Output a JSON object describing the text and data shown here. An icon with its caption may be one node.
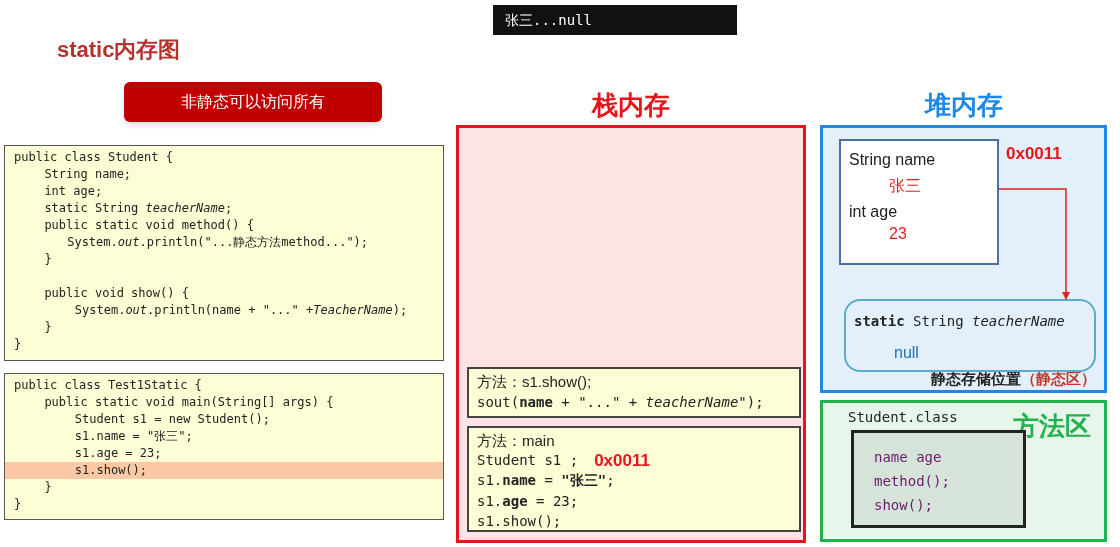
{
  "diagram": {
    "title": "static内存图",
    "nodes": [
      {
        "text": [
          "非静态可以访问所有"
        ]
      },
      {
        "text": [
          "public class Student {",
          "String name;",
          "int age;",
          "static String *teacherName*;",
          "public static void method() {",
          "System.*out*.println(\"...静态方法method...\");",
          "}",
          "public void show() {",
          "System.*out*.println(name + \"...\" +*TeacherName*);",
          "}",
          "}"
        ]
      },
      {
        "text": [
          "public class Test1Static {",
          "public static void main(String[] args) {",
          "Student s1 = new Student();",
          "s1.name = \"张三\";",
          "s1.age = 23;",
          "s1.show();",
          "}",
          "}"
        ]
      },
      {
        "text": [
          "栈内存"
        ]
      },
      {
        "text": [
          "方法：s1.show();",
          "sout(**name** + \"...\" + *teacherName*\");"
        ],
        "in": 3
      },
      {
        "text": [
          "方法：main",
          "Student s1 ;",
          "0x0011",
          "s1.**name** = **\"张三\"**;",
          "s1.**age** = 23;",
          "s1.show();"
        ],
        "in": 3
      },
      {
        "text": [
          "堆内存",
          "静态存储位置",
          "（静态区）"
        ]
      },
      {
        "text": [
          "String name",
          "张三",
          "int age",
          "23"
        ],
        "in": 6,
        "beside": [
          "0x0011"
        ]
      },
      {
        "text": [
          "**static** String *teacherName*",
          "null"
        ],
        "in": 6
      },
      {
        "text": [
          "Student.class",
          "方法区"
        ]
      },
      {
        "text": [
          "name age",
          "method();",
          "show();"
        ],
        "in": 9
      }
    ],
    "edges": [
      {
        "from": 7,
        "to": 8,
        "arrow": "to",
        "color": "#e02020"
      }
    ],
    "labels": [
      "张三...null"
    ]
  }
}
